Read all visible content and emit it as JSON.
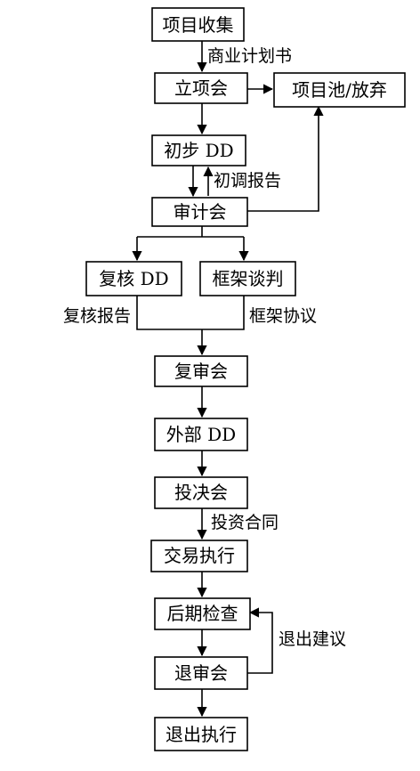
{
  "nodes": {
    "collect": "项目收集",
    "initiation": "立项会",
    "pool": "项目池/放弃",
    "prelim_dd": "初步 DD",
    "review": "审计会",
    "recheck_dd": "复核 DD",
    "framework_negotiation": "框架谈判",
    "re_review": "复审会",
    "external_dd": "外部 DD",
    "investment_decision": "投决会",
    "execution": "交易执行",
    "post_inspection": "后期检查",
    "exit_review": "退审会",
    "exit_execution": "退出执行"
  },
  "edge_labels": {
    "business_plan": "商业计划书",
    "prelim_report": "初调报告",
    "recheck_report": "复核报告",
    "framework_agreement": "框架协议",
    "investment_contract": "投资合同",
    "exit_suggestion": "退出建议"
  }
}
